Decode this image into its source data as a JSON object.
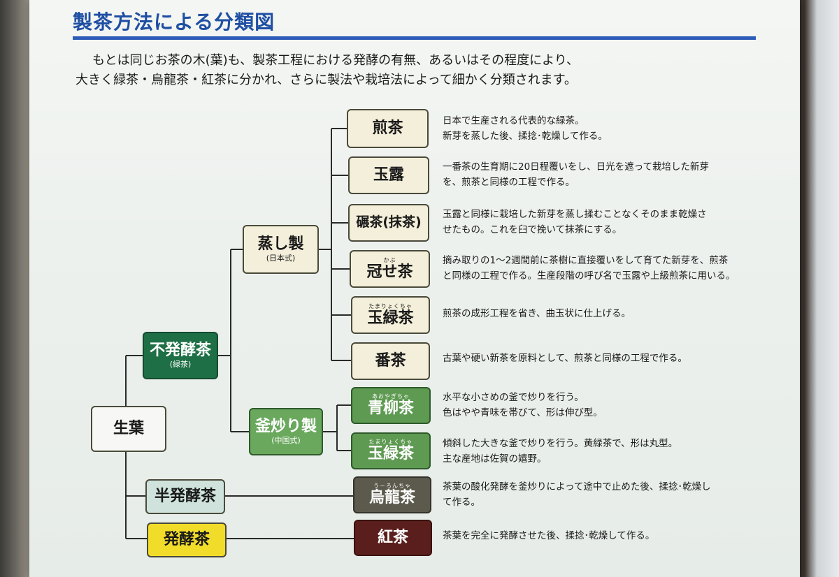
{
  "title": "製茶方法による分類図",
  "intro": [
    "もとは同じお茶の木(葉)も、製茶工程における発酵の有無、あるいはその程度により、",
    "大きく緑茶・烏龍茶・紅茶に分かれ、さらに製法や栽培法によって細かく分類されます。"
  ],
  "root": {
    "label": "生葉"
  },
  "categories": {
    "unfermented": {
      "label": "不発酵茶",
      "sub": "(緑茶)",
      "color": "#1e6f45"
    },
    "semi": {
      "label": "半発酵茶",
      "color": "#cfe3dc"
    },
    "fermented": {
      "label": "発酵茶",
      "color": "#f2dc2a"
    }
  },
  "methods": {
    "steamed": {
      "label": "蒸し製",
      "sub": "(日本式)"
    },
    "panfried": {
      "label": "釜炒り製",
      "sub": "(中国式)",
      "color": "#6aa85e"
    }
  },
  "teas": {
    "sencha": {
      "label": "煎茶",
      "desc": [
        "日本で生産される代表的な緑茶。",
        "新芽を蒸した後、揉捻･乾燥して作る。"
      ]
    },
    "gyokuro": {
      "label": "玉露",
      "desc": [
        "一番茶の生育期に20日程覆いをし、日光を遮って栽培した新芽",
        "を、煎茶と同様の工程で作る。"
      ]
    },
    "tencha": {
      "label": "碾茶(抹茶)",
      "desc": [
        "玉露と同様に栽培した新芽を蒸し揉むことなくそのまま乾燥さ",
        "せたもの。これを臼で挽いて抹茶にする。"
      ]
    },
    "kabusecha": {
      "label": "冠せ茶",
      "ruby": "かぶ",
      "desc": [
        "摘み取りの1～2週間前に茶樹に直接覆いをして育てた新芽を、煎茶",
        "と同様の工程で作る。生産段階の呼び名で玉露や上級煎茶に用いる。"
      ]
    },
    "tamaryokucha_steamed": {
      "label": "玉緑茶",
      "ruby": "たまりょくちゃ",
      "desc": [
        "煎茶の成形工程を省き、曲玉状に仕上げる。"
      ]
    },
    "bancha": {
      "label": "番茶",
      "desc": [
        "古葉や硬い新茶を原料として、煎茶と同様の工程で作る。"
      ]
    },
    "aoyagicha": {
      "label": "青柳茶",
      "ruby": "あおやぎちゃ",
      "desc": [
        "水平な小さめの釜で炒りを行う。",
        "色はやや青味を帯びて、形は伸び型。"
      ]
    },
    "tamaryokucha_pan": {
      "label": "玉緑茶",
      "ruby": "たまりょくちゃ",
      "desc": [
        "傾斜した大きな釜で炒りを行う。黄緑茶で、形は丸型。",
        "主な産地は佐賀の嬉野。"
      ]
    },
    "oolong": {
      "label": "烏龍茶",
      "ruby": "う－ろんちゃ",
      "color": "#5b5a4c",
      "desc": [
        "茶葉の酸化発酵を釜炒りによって途中で止めた後、揉捻･乾燥し",
        "て作る。"
      ]
    },
    "kocha": {
      "label": "紅茶",
      "color": "#5a1f1c",
      "desc": [
        "茶葉を完全に発酵させた後、揉捻･乾燥して作る。"
      ]
    }
  }
}
